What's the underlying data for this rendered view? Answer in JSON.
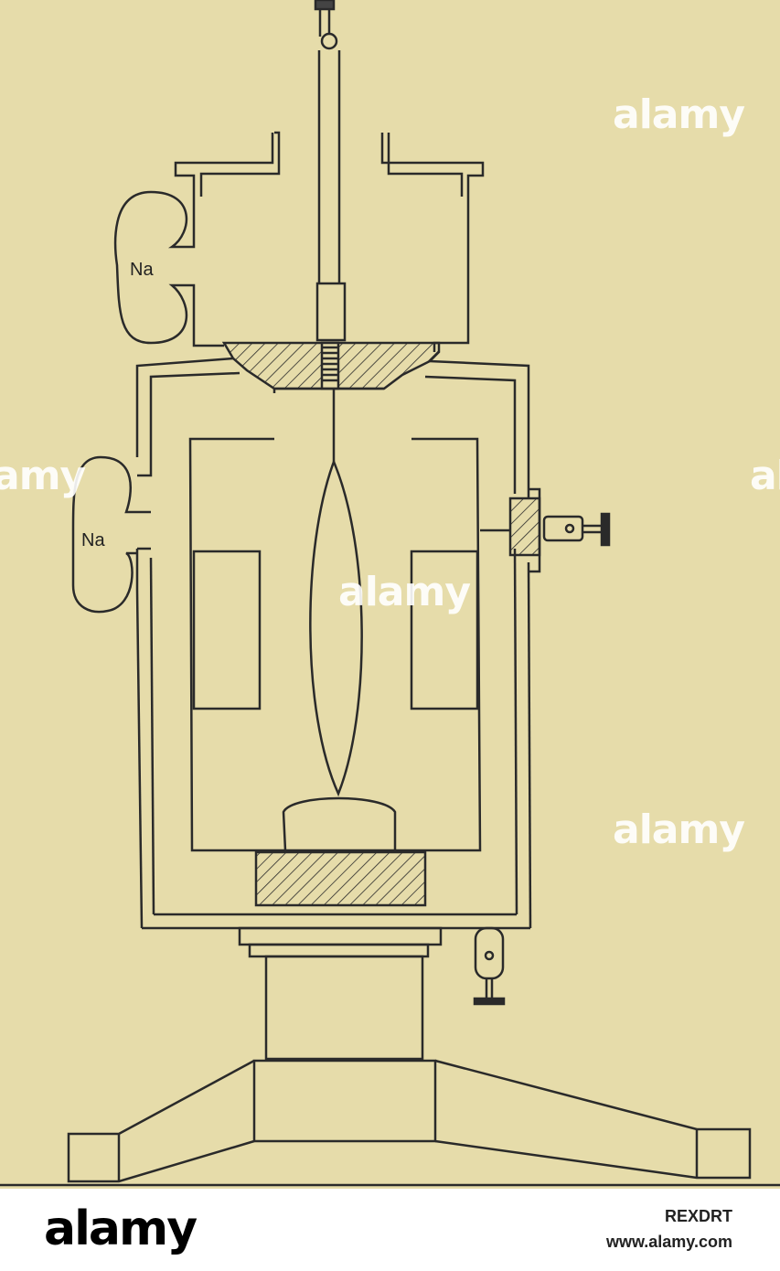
{
  "diagram": {
    "labels": {
      "na_top": "Na",
      "na_side": "Na"
    },
    "colors": {
      "paper": "#e6dcaa",
      "ink": "#2a2a2a"
    }
  },
  "watermarks": [
    {
      "text": "alamy"
    },
    {
      "text": "alamy"
    },
    {
      "text": "alamy"
    },
    {
      "text": "amy"
    },
    {
      "text": "al"
    }
  ],
  "footer": {
    "logo": "alamy",
    "image_id": "REXDRT",
    "url": "www.alamy.com"
  }
}
